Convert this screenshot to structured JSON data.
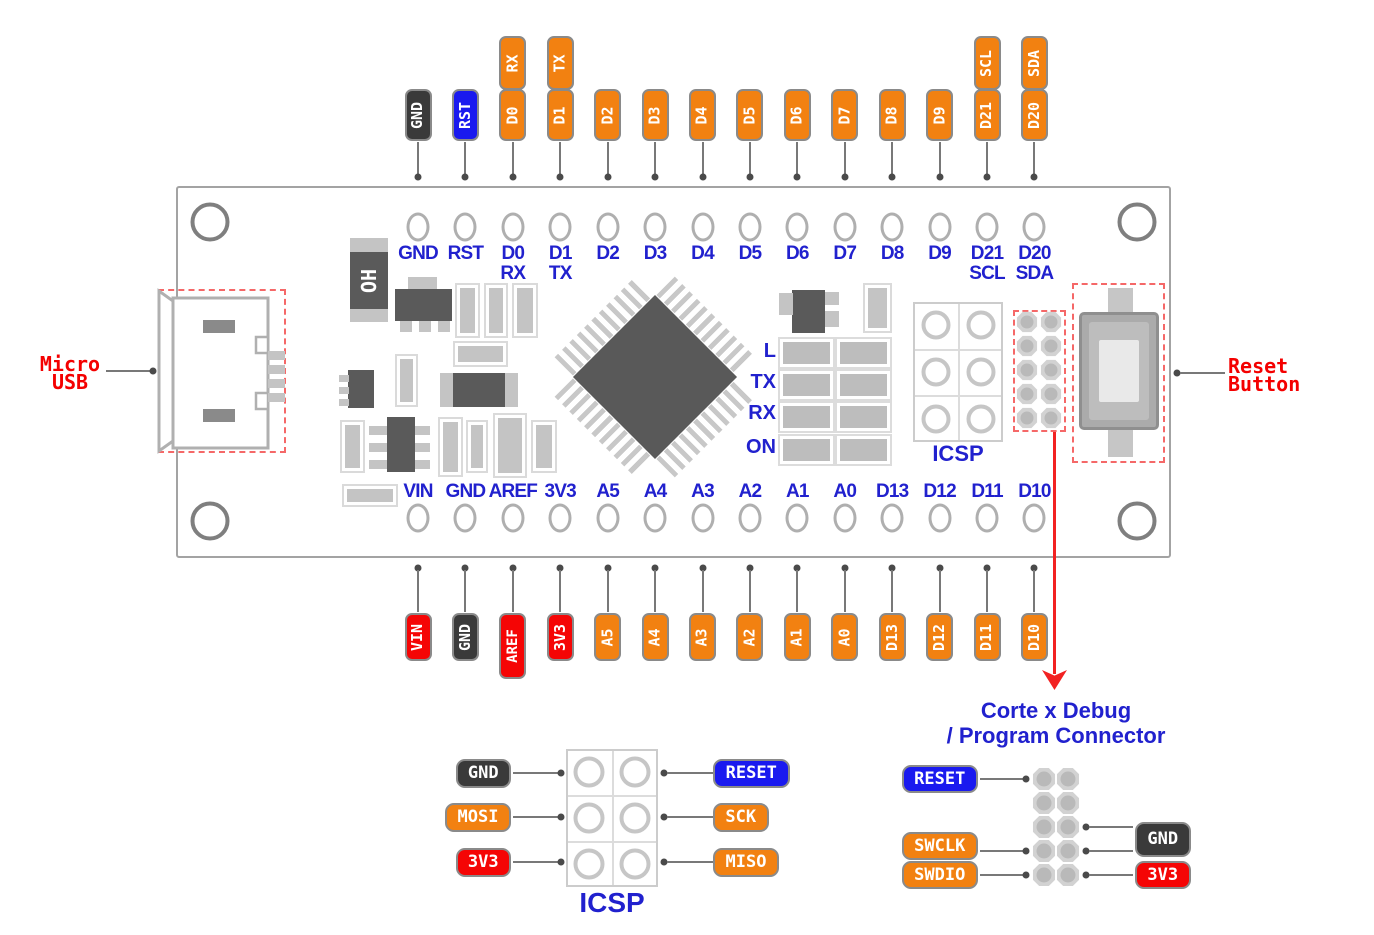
{
  "palette": {
    "orange": "#F28111",
    "blue": "#1A1AEF",
    "red": "#F50505",
    "dark": "#3A3A3A",
    "silk_blue": "#2121CE",
    "annotation_red": "#F40000"
  },
  "board": {
    "chip_marking": "OH",
    "icsp_label": "ICSP",
    "led_labels": [
      "L",
      "TX",
      "RX",
      "ON"
    ],
    "top_pins": [
      {
        "badge": "GND",
        "color": "dark"
      },
      {
        "badge": "RST",
        "color": "blue"
      },
      {
        "badge": "D0",
        "sub": "RX",
        "color": "orange"
      },
      {
        "badge": "D1",
        "sub": "TX",
        "color": "orange"
      },
      {
        "badge": "D2",
        "color": "orange"
      },
      {
        "badge": "D3",
        "color": "orange"
      },
      {
        "badge": "D4",
        "color": "orange"
      },
      {
        "badge": "D5",
        "color": "orange"
      },
      {
        "badge": "D6",
        "color": "orange"
      },
      {
        "badge": "D7",
        "color": "orange"
      },
      {
        "badge": "D8",
        "color": "orange"
      },
      {
        "badge": "D9",
        "color": "orange"
      },
      {
        "badge": "D21",
        "sub": "SCL",
        "color": "orange"
      },
      {
        "badge": "D20",
        "sub": "SDA",
        "color": "orange"
      }
    ],
    "bottom_pins": [
      {
        "badge": "VIN",
        "color": "red"
      },
      {
        "badge": "GND",
        "color": "dark"
      },
      {
        "badge": "AREF",
        "color": "red",
        "tall": true
      },
      {
        "badge": "3V3",
        "color": "red"
      },
      {
        "badge": "A5",
        "color": "orange"
      },
      {
        "badge": "A4",
        "color": "orange"
      },
      {
        "badge": "A3",
        "color": "orange"
      },
      {
        "badge": "A2",
        "color": "orange"
      },
      {
        "badge": "A1",
        "color": "orange"
      },
      {
        "badge": "A0",
        "color": "orange"
      },
      {
        "badge": "D13",
        "color": "orange"
      },
      {
        "badge": "D12",
        "color": "orange"
      },
      {
        "badge": "D11",
        "color": "orange"
      },
      {
        "badge": "D10",
        "color": "orange"
      }
    ]
  },
  "annotations": {
    "micro_usb_line1": "Micro",
    "micro_usb_line2": "USB",
    "reset_line1": "Reset",
    "reset_line2": "Button",
    "debug_title_line1": "Corte x Debug",
    "debug_title_line2": "/ Program Connector"
  },
  "icsp_detail": {
    "label": "ICSP",
    "left_pins": [
      {
        "label": "GND",
        "color": "dark"
      },
      {
        "label": "MOSI",
        "color": "orange"
      },
      {
        "label": "3V3",
        "color": "red"
      }
    ],
    "right_pins": [
      {
        "label": "RESET",
        "color": "blue"
      },
      {
        "label": "SCK",
        "color": "orange"
      },
      {
        "label": "MISO",
        "color": "orange"
      }
    ]
  },
  "debug_detail": {
    "left_pins": [
      {
        "label": "RESET",
        "color": "blue",
        "row": 0
      },
      {
        "label": "SWCLK",
        "color": "orange",
        "row": 3
      },
      {
        "label": "SWDIO",
        "color": "orange",
        "row": 4
      }
    ],
    "right_pins": [
      {
        "label": "GND",
        "color": "dark",
        "rows": [
          2,
          3
        ]
      },
      {
        "label": "3V3",
        "color": "red",
        "rows": [
          4
        ]
      }
    ]
  }
}
